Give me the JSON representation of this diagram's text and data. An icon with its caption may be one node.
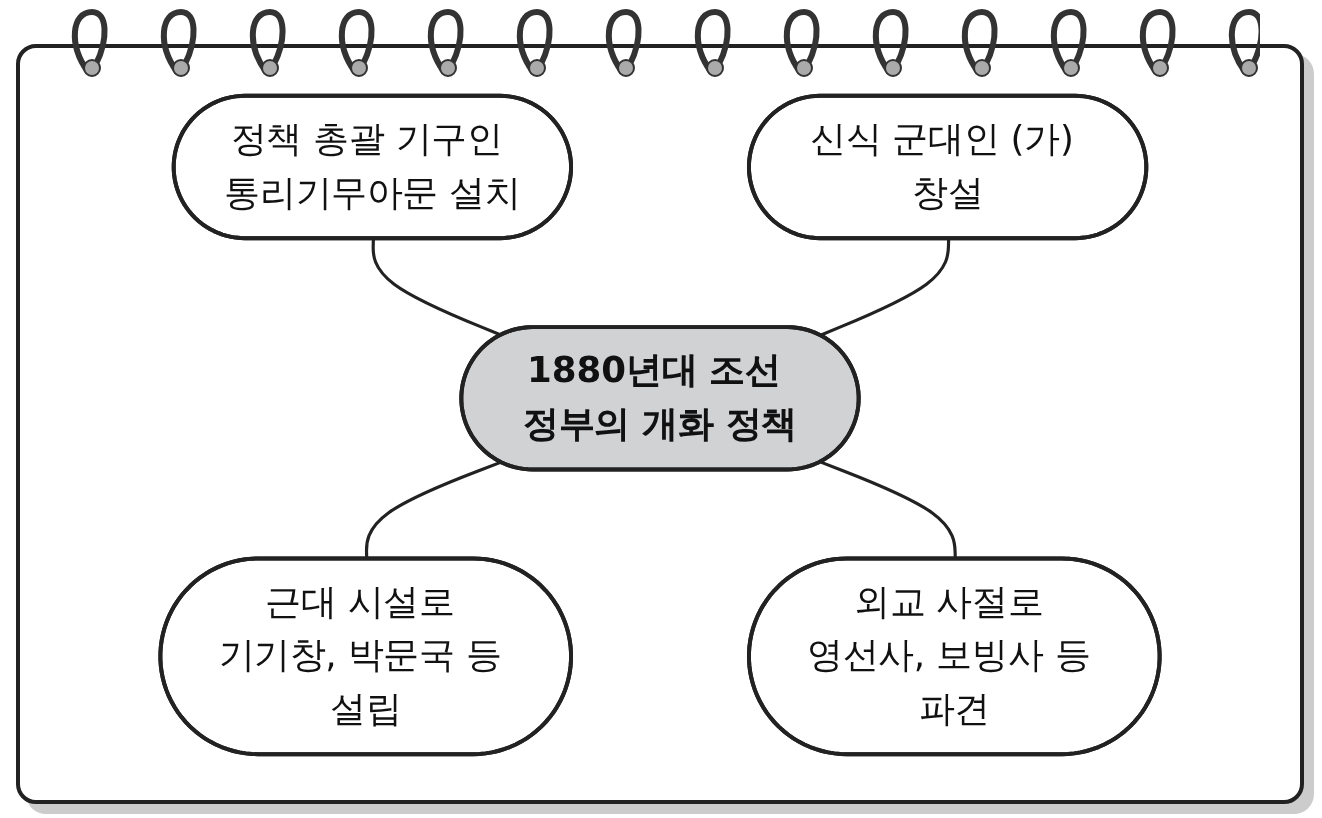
{
  "diagram": {
    "nodes": [
      {
        "text": [
          "정책 총괄 기구인 통리기무아문 설치"
        ]
      },
      {
        "text": [
          "신식 군대인 (가) 창설"
        ]
      },
      {
        "text": [
          "1880년대 조선 정부의 개화 정책"
        ]
      },
      {
        "text": [
          "근대 시설로 기기창, 박문국 등 설립"
        ]
      },
      {
        "text": [
          "외교 사절로 영선사, 보빙사 등 파견"
        ]
      }
    ],
    "edges": [
      {
        "from": 0,
        "to": 2,
        "arrow": "none"
      },
      {
        "from": 1,
        "to": 2,
        "arrow": "none"
      },
      {
        "from": 2,
        "to": 3,
        "arrow": "none"
      },
      {
        "from": 2,
        "to": 4,
        "arrow": "none"
      }
    ]
  }
}
